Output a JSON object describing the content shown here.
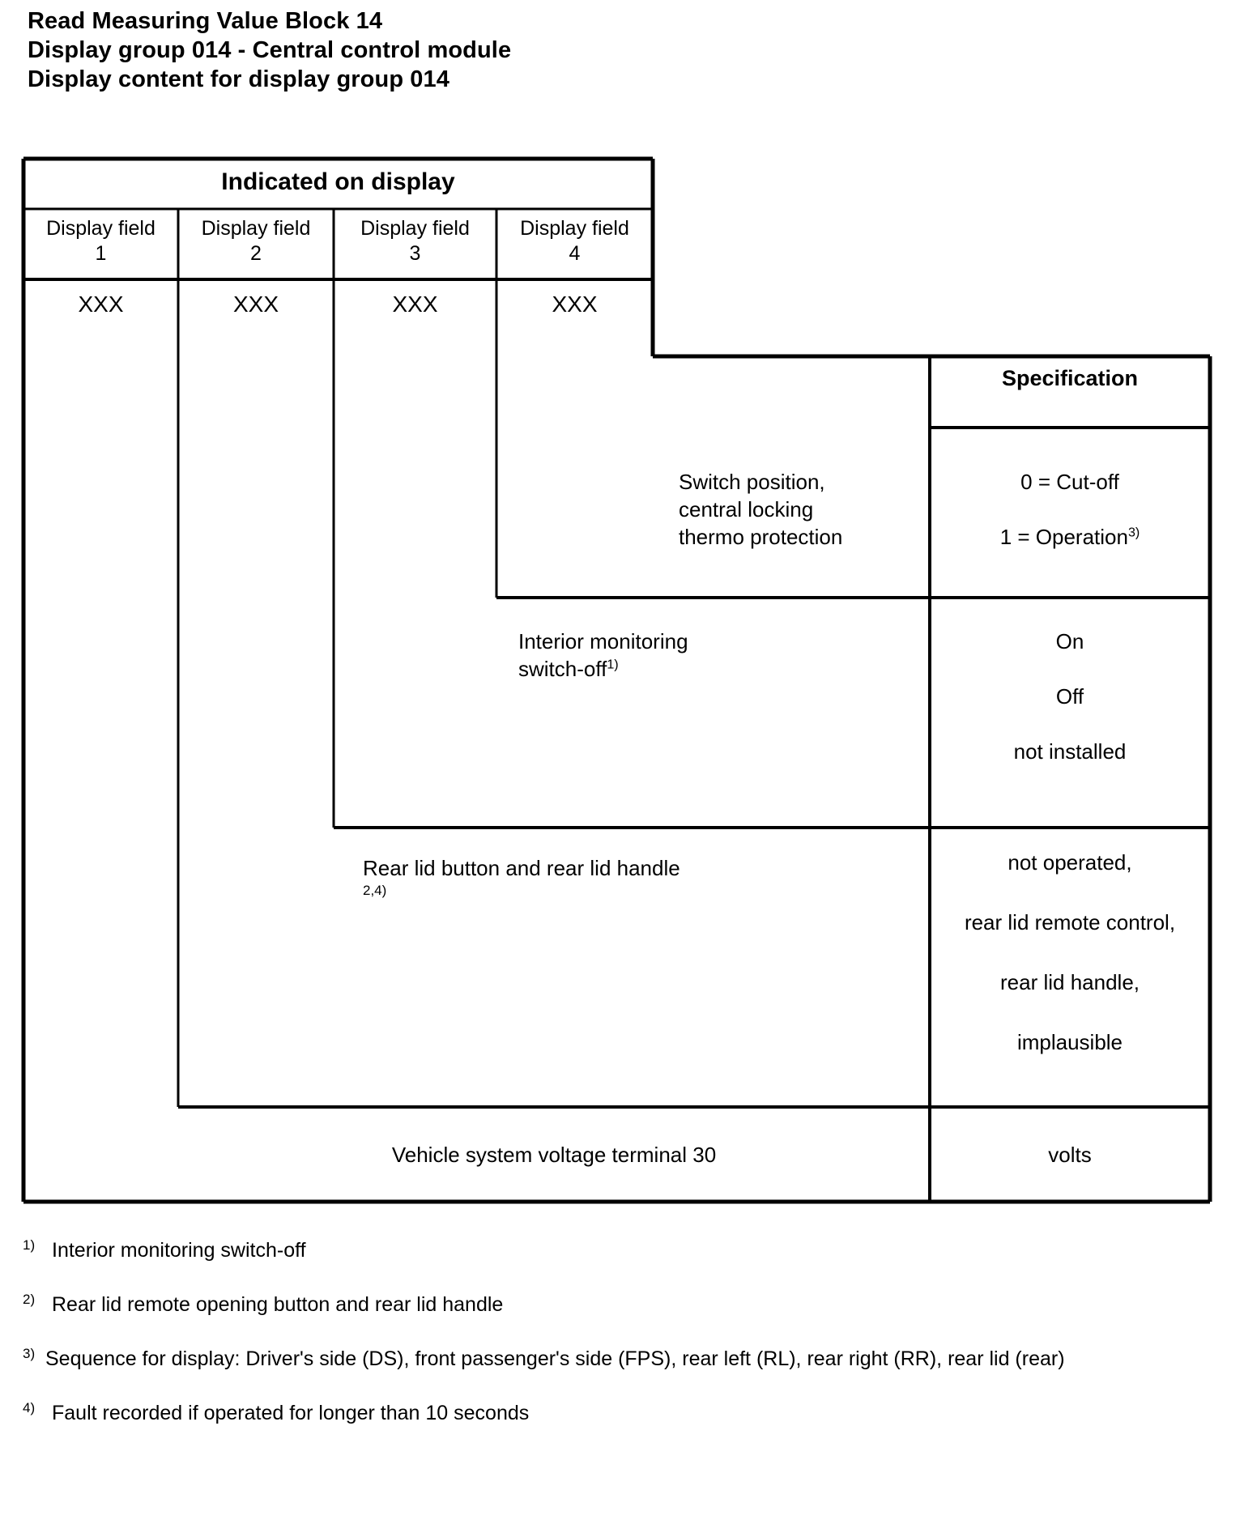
{
  "document": {
    "title_lines": [
      "Read Measuring Value Block 14",
      "Display group 014 - Central control module",
      "Display content for display group 014"
    ]
  },
  "table": {
    "group_header": "Indicated on display",
    "spec_header": "Specification",
    "display_fields": [
      {
        "label": "Display field",
        "number": "1",
        "value": "XXX"
      },
      {
        "label": "Display field",
        "number": "2",
        "value": "XXX"
      },
      {
        "label": "Display field",
        "number": "3",
        "value": "XXX"
      },
      {
        "label": "Display field",
        "number": "4",
        "value": "XXX"
      }
    ],
    "rows": [
      {
        "field": 4,
        "description_lines": [
          "Switch position,",
          "central locking",
          "thermo protection"
        ],
        "description_footnote": "",
        "spec_lines": [
          "0 = Cut-off",
          "1 = Operation"
        ],
        "spec_footnote": "3)"
      },
      {
        "field": 3,
        "description_lines": [
          "Interior monitoring",
          "switch-off"
        ],
        "description_footnote": "1)",
        "spec_lines": [
          "On",
          "Off",
          "not installed"
        ],
        "spec_footnote": ""
      },
      {
        "field": 2,
        "description_lines": [
          "Rear lid button and rear lid handle"
        ],
        "description_footnote": "2,4)",
        "spec_lines": [
          "not operated,",
          "rear lid remote control,",
          "rear lid handle,",
          "implausible"
        ],
        "spec_footnote": ""
      },
      {
        "field": 1,
        "description_lines": [
          "Vehicle system voltage terminal 30"
        ],
        "description_footnote": "",
        "spec_lines": [
          "volts"
        ],
        "spec_footnote": ""
      }
    ]
  },
  "footnotes": [
    {
      "marker": "1)",
      "text": "Interior monitoring switch-off"
    },
    {
      "marker": "2)",
      "text": "Rear lid remote opening button and rear lid handle"
    },
    {
      "marker": "3)",
      "text": "Sequence for display: Driver's side (DS), front passenger's side (FPS), rear left (RL), rear right (RR), rear lid (rear)"
    },
    {
      "marker": "4)",
      "text": "Fault recorded if operated for longer than 10 seconds"
    }
  ],
  "colors": {
    "ink": "#000000",
    "paper": "#ffffff"
  }
}
